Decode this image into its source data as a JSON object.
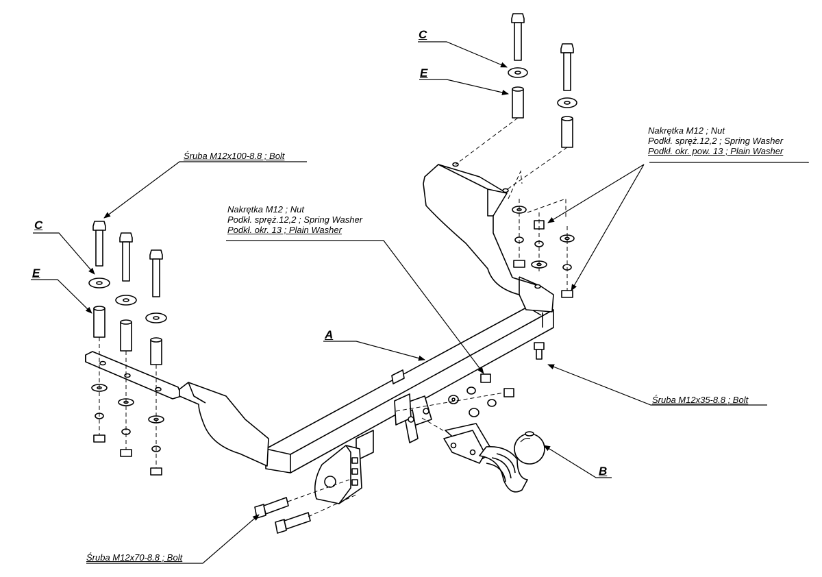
{
  "labels": {
    "bolt_m12x100": "Śruba M12x100-8.8 ;  Bolt",
    "bolt_m12x35": "Śruba M12x35-8.8 ;  Bolt",
    "bolt_m12x70": "Śruba M12x70-8.8 ;  Bolt",
    "nut_group_center": {
      "line1": "Nakrętka  M12 ; Nut",
      "line2": "Podkł. spręż.12,2 ; Spring Washer",
      "line3": "Podkł. okr. 13 ; Plain Washer"
    },
    "nut_group_right": {
      "line1": "Nakrętka  M12 ; Nut",
      "line2": "Podkł. spręż.12,2 ; Spring Washer",
      "line3": "Podkł. okr. pow. 13 ; Plain Washer"
    }
  },
  "part_letters": {
    "crossbar": "A",
    "towball": "B",
    "washer_left": "C",
    "spacer_left": "E",
    "washer_top": "C",
    "spacer_top": "E"
  }
}
